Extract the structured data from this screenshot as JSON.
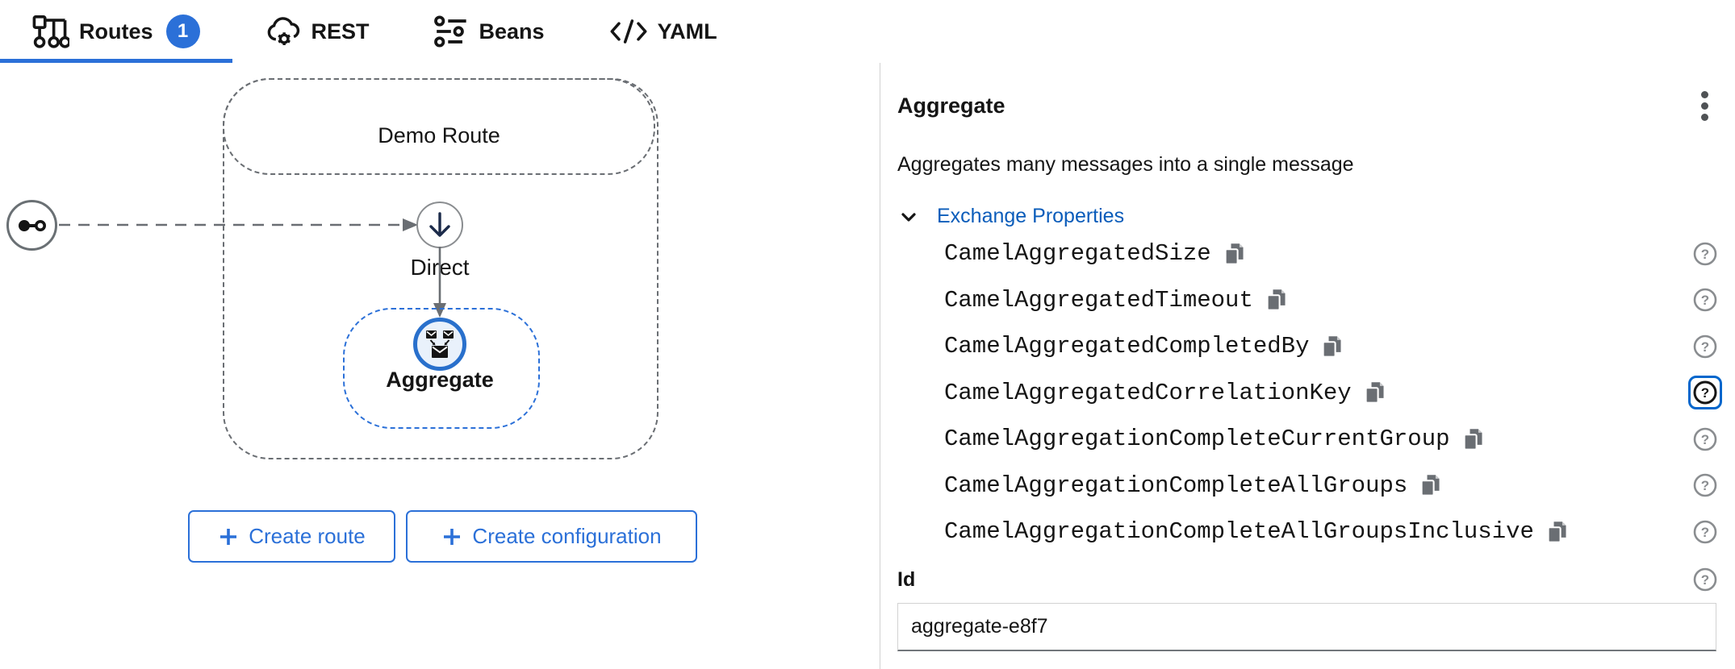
{
  "tabs": [
    {
      "label": "Routes",
      "badge": "1",
      "active": true
    },
    {
      "label": "REST",
      "active": false
    },
    {
      "label": "Beans",
      "active": false
    },
    {
      "label": "YAML",
      "active": false
    }
  ],
  "canvas": {
    "route_container_label": "Demo Route",
    "direct_label": "Direct",
    "aggregate_label": "Aggregate",
    "create_route_label": "Create route",
    "create_configuration_label": "Create configuration"
  },
  "panel": {
    "title": "Aggregate",
    "description": "Aggregates many messages into a single message",
    "exchange_properties_label": "Exchange Properties",
    "properties": [
      {
        "name": "CamelAggregatedSize",
        "focused": false
      },
      {
        "name": "CamelAggregatedTimeout",
        "focused": false
      },
      {
        "name": "CamelAggregatedCompletedBy",
        "focused": false
      },
      {
        "name": "CamelAggregatedCorrelationKey",
        "focused": true
      },
      {
        "name": "CamelAggregationCompleteCurrentGroup",
        "focused": false
      },
      {
        "name": "CamelAggregationCompleteAllGroups",
        "focused": false
      },
      {
        "name": "CamelAggregationCompleteAllGroupsInclusive",
        "focused": false
      }
    ],
    "id_label": "Id",
    "id_value": "aggregate-e8f7"
  },
  "colors": {
    "primary_blue": "#0066cc",
    "bright_blue": "#2b70d8",
    "aggregate_ring_blue": "#2970cc",
    "aggregate_fill": "#e9f1fb",
    "text": "#151515",
    "icon_gray": "#6a6e73",
    "help_gray": "#8a8d90",
    "border_gray": "#d2d2d2",
    "dash_gray": "#6a6e73"
  }
}
